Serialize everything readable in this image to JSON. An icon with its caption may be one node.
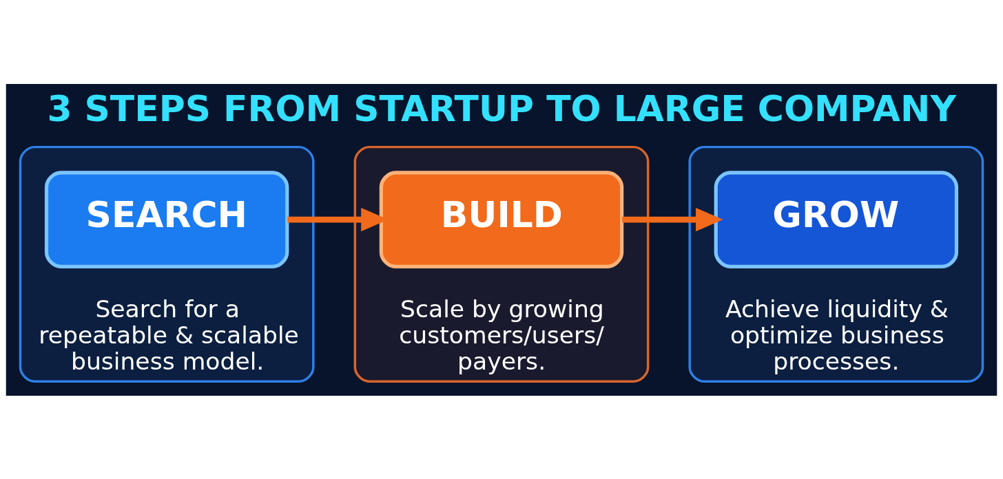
{
  "diagram": {
    "title": "3 STEPS FROM STARTUP TO LARGE COMPANY",
    "nodes": [
      {
        "text": [
          "Search for a repeatable & scalable business model."
        ]
      },
      {
        "text": [
          "SEARCH"
        ],
        "in": 0
      },
      {
        "text": [
          "Scale by growing customers/users/ payers."
        ]
      },
      {
        "text": [
          "BUILD"
        ],
        "in": 2
      },
      {
        "text": [
          "Achieve liquidity & optimize business processes."
        ]
      },
      {
        "text": [
          "GROW"
        ],
        "in": 4
      }
    ],
    "edges": [
      {
        "from": 1,
        "to": 3,
        "arrow": "to"
      },
      {
        "from": 3,
        "to": 5,
        "arrow": "to"
      }
    ]
  }
}
